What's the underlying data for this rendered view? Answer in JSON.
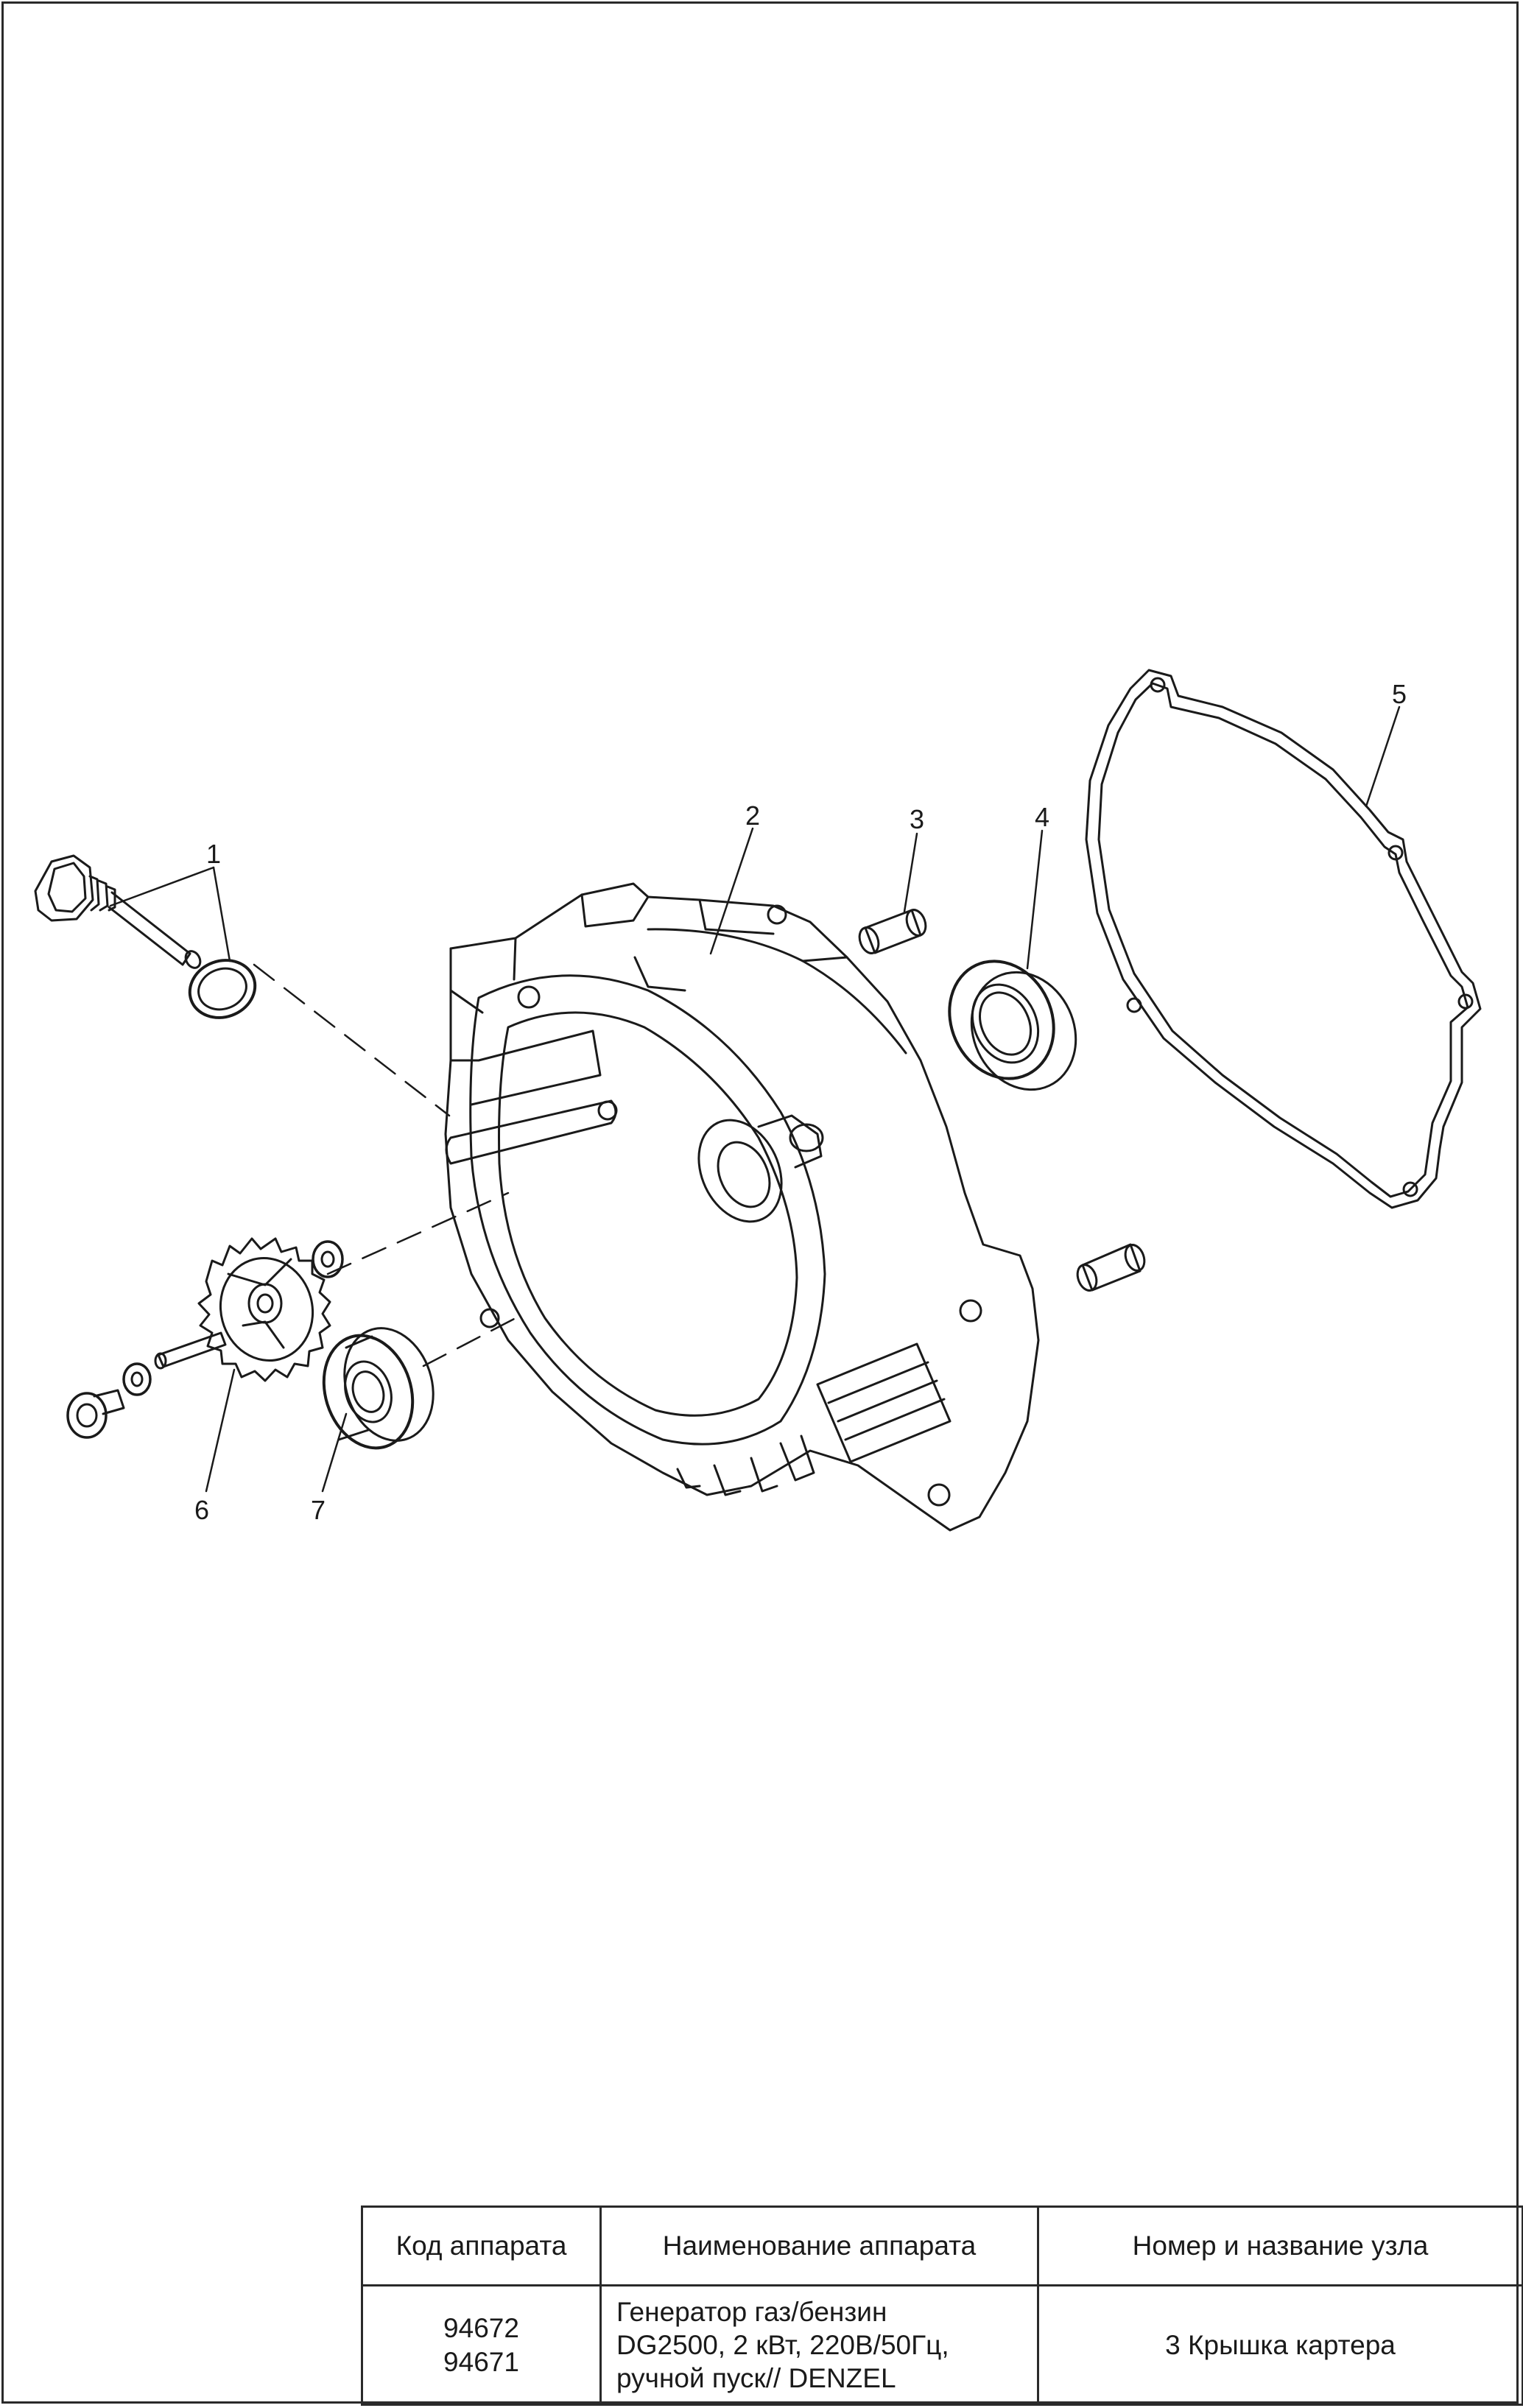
{
  "callouts": {
    "c1": "1",
    "c2": "2",
    "c3": "3",
    "c4": "4",
    "c5": "5",
    "c6": "6",
    "c7": "7"
  },
  "table": {
    "headers": [
      "Код аппарата",
      "Наименование аппарата",
      "Номер и название узла"
    ],
    "codes": [
      "94672",
      "94671"
    ],
    "name_lines": [
      "Генератор газ/бензин",
      "DG2500, 2 кВт, 220В/50Гц,",
      "ручной пуск// DENZEL"
    ],
    "assembly": "3 Крышка картера"
  }
}
